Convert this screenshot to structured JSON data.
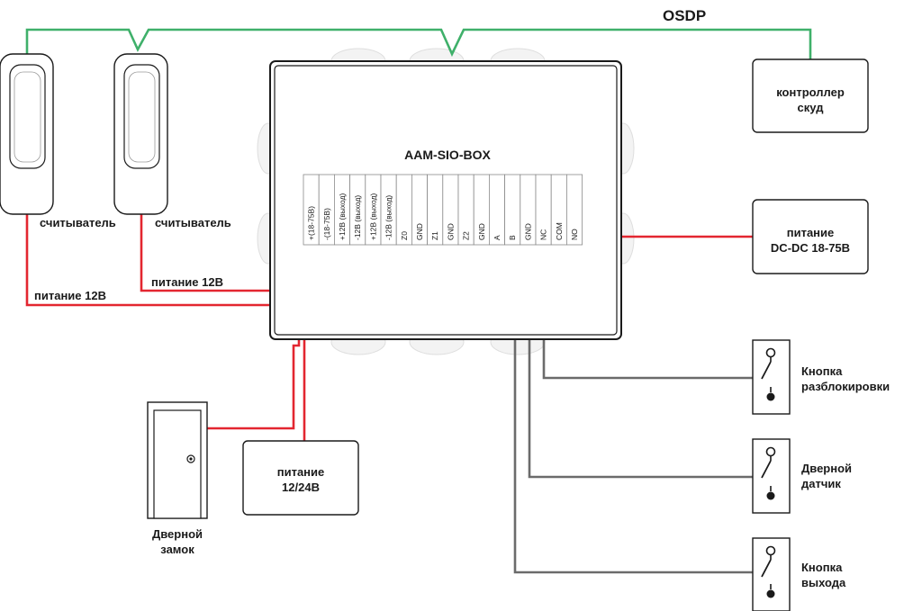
{
  "protocol_label": "OSDP",
  "colors": {
    "osdp_wire": "#3fb06a",
    "power_wire": "#e32630",
    "signal_wire": "#6b6b6b",
    "outline": "#1a1a1a"
  },
  "main_box": {
    "title": "AAM-SIO-BOX",
    "terminals": [
      "+(18-75В)",
      "-(18-75В)",
      "+12В (выход)",
      "-12В (выход)",
      "+12В (выход)",
      "-12В (выход)",
      "Z0",
      "GND",
      "Z1",
      "GND",
      "Z2",
      "GND",
      "A",
      "B",
      "GND",
      "NC",
      "COM",
      "NO"
    ]
  },
  "readers": [
    {
      "label": "считыватель",
      "power_label": "питание 12В"
    },
    {
      "label": "считыватель",
      "power_label": "питание 12В"
    }
  ],
  "controller": {
    "line1": "контроллер",
    "line2": "скуд"
  },
  "power_dc": {
    "line1": "питание",
    "line2": "DC-DC 18-75В"
  },
  "power_lock": {
    "line1": "питание",
    "line2": "12/24В"
  },
  "door_lock": {
    "line1": "Дверной",
    "line2": "замок"
  },
  "switches": [
    {
      "line1": "Кнопка",
      "line2": "разблокировки"
    },
    {
      "line1": "Дверной",
      "line2": "датчик"
    },
    {
      "line1": "Кнопка",
      "line2": "выхода"
    }
  ]
}
